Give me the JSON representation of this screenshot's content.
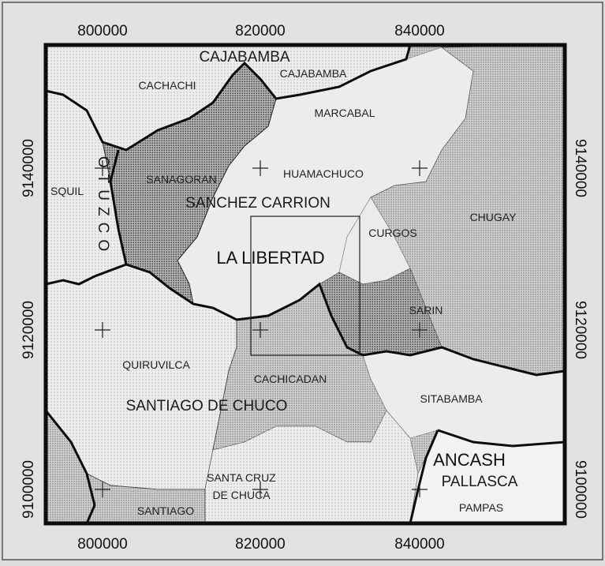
{
  "map": {
    "axes": {
      "x_ticks_top": [
        "800000",
        "820000",
        "840000"
      ],
      "x_ticks_bottom": [
        "800000",
        "820000",
        "840000"
      ],
      "y_ticks_left": [
        "9140000",
        "9120000",
        "9100000"
      ],
      "y_ticks_right": [
        "9140000",
        "9120000",
        "9100000"
      ]
    },
    "departments": {
      "la_libertad": "LA LIBERTAD",
      "ancash": "ANCASH"
    },
    "provinces": {
      "cajabamba": "CAJABAMBA",
      "sanchez_carrion": "SANCHEZ CARRION",
      "santiago_de_chuco": "SANTIAGO DE CHUCO",
      "pallasca": "PALLASCA",
      "otuzco": "OTUZCO"
    },
    "districts": {
      "cachachi": "CACHACHI",
      "cajabamba": "CAJABAMBA",
      "marcabal": "MARCABAL",
      "sanagoran": "SANAGORAN",
      "huamachuco": "HUAMACHUCO",
      "usquil": "SQUIL",
      "chugay": "CHUGAY",
      "curgos": "CURGOS",
      "sarin": "SARIN",
      "quiruvilca": "QUIRUVILCA",
      "cachicadan": "CACHICADAN",
      "sitabamba": "SITABAMBA",
      "santa_cruz_line1": "SANTA CRUZ",
      "santa_cruz_line2": "DE CHUCA",
      "santiago": "SANTIAGO",
      "pampas": "PAMPAS"
    }
  }
}
